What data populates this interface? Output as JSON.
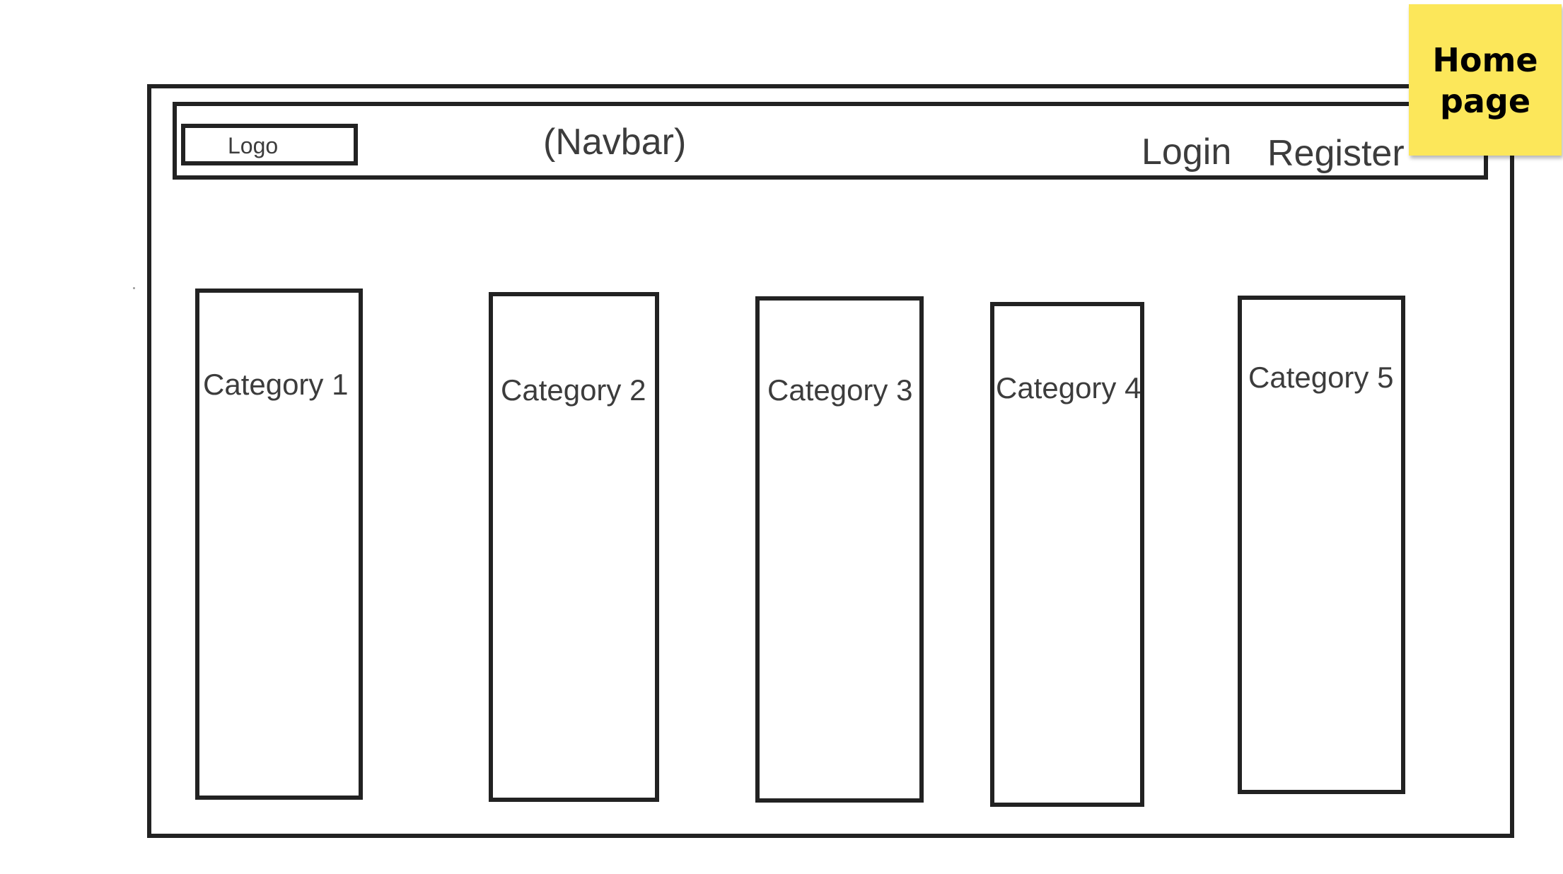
{
  "sticky_note": {
    "line1": "Home",
    "line2": "page",
    "color": "#fce75a"
  },
  "navbar": {
    "logo_label": "Logo",
    "title": "(Navbar)",
    "links": [
      "Login",
      "Register"
    ]
  },
  "categories": [
    "Category 1",
    "Category 2",
    "Category 3",
    "Category 4",
    "Category 5"
  ],
  "colors": {
    "stroke": "#222222",
    "text": "#3c3c3c"
  }
}
